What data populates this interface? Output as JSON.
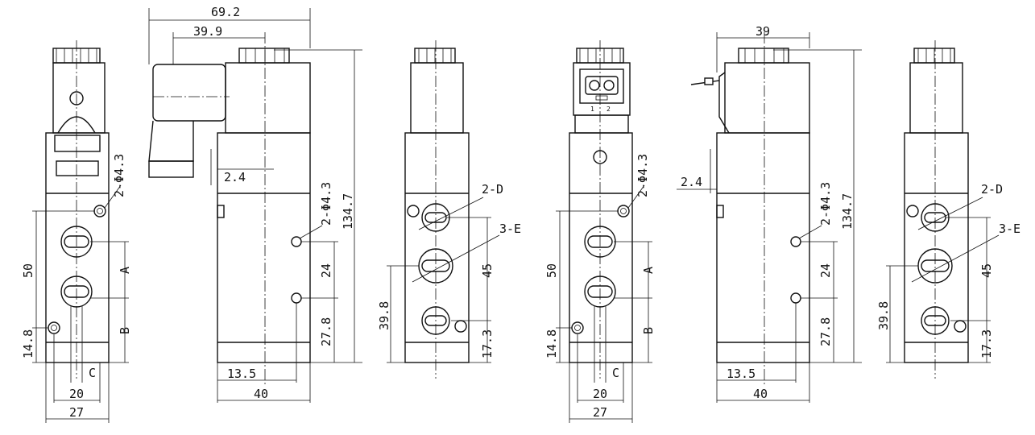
{
  "view1": {
    "hole": "2-Φ4.3",
    "h50": "50",
    "a": "A",
    "b": "B",
    "h148": "14.8",
    "c": "C",
    "w20": "20",
    "w27": "27"
  },
  "view2": {
    "w692": "69.2",
    "w399": "39.9",
    "d24": "2.4",
    "hole": "2-Φ4.3",
    "h1347": "134.7",
    "h24": "24",
    "h278": "27.8",
    "w135": "13.5",
    "w40": "40"
  },
  "view3": {
    "d": "2-D",
    "e": "3-E",
    "h45": "45",
    "h398": "39.8",
    "h173": "17.3"
  },
  "view4": {
    "hole": "2-Φ4.3",
    "h50": "50",
    "a": "A",
    "b": "B",
    "h148": "14.8",
    "c": "C",
    "w20": "20",
    "w27": "27",
    "pin1": "1",
    "pin2": "2"
  },
  "view5": {
    "w39": "39",
    "d24": "2.4",
    "hole": "2-Φ4.3",
    "h1347": "134.7",
    "h24": "24",
    "h278": "27.8",
    "w135": "13.5",
    "w40": "40"
  },
  "view6": {
    "d": "2-D",
    "e": "3-E",
    "h45": "45",
    "h398": "39.8",
    "h173": "17.3"
  }
}
